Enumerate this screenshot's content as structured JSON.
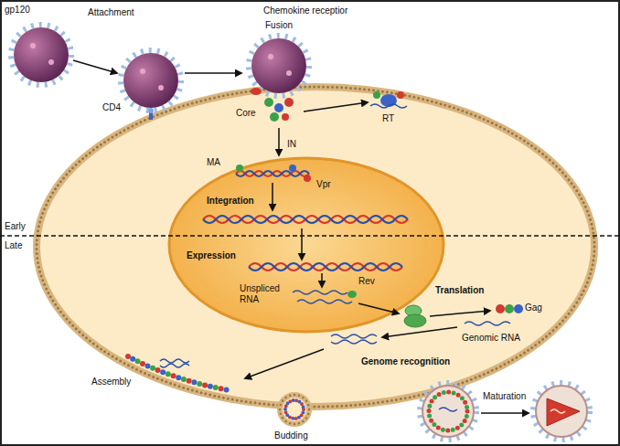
{
  "diagram": {
    "labels": [
      "gp120",
      "Attachment",
      "Chemokine receptior",
      "Fusion",
      "CD4",
      "Core",
      "RT",
      "MA",
      "IN",
      "Vpr",
      "Integration",
      "Early",
      "Late",
      "Expression",
      "Unspliced RNA",
      "Rev",
      "Translation",
      "Gag",
      "Genomic RNA",
      "Genome recognition",
      "Assembly",
      "Budding",
      "Maturation"
    ]
  }
}
